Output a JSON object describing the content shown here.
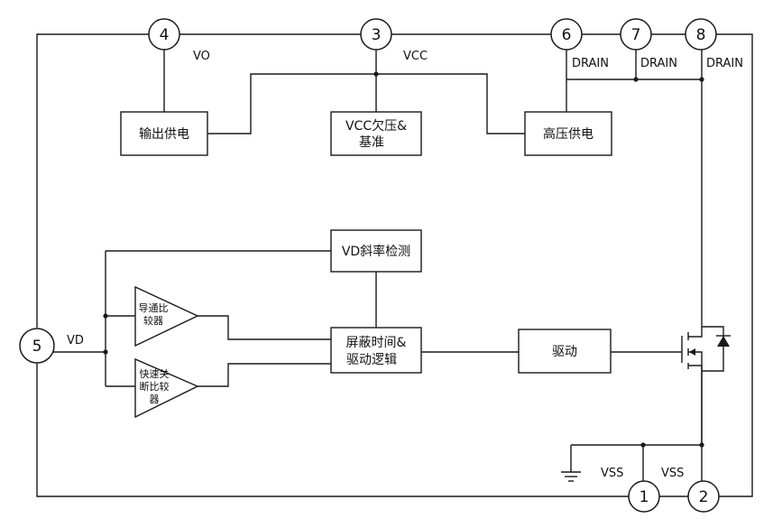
{
  "pins": {
    "p4": "4",
    "p3": "3",
    "p6": "6",
    "p7": "7",
    "p8": "8",
    "p5": "5",
    "p1": "1",
    "p2": "2"
  },
  "net_labels": {
    "vo": "VO",
    "vcc": "VCC",
    "drain6": "DRAIN",
    "drain7": "DRAIN",
    "drain8": "DRAIN",
    "vd": "VD",
    "vss1": "VSS",
    "vss2": "VSS"
  },
  "blocks": {
    "output_supply": "输出供电",
    "vcc_uvlo_line1": "VCC欠压&",
    "vcc_uvlo_line2": "基准",
    "hv_supply": "高压供电",
    "vd_slope": "VD斜率检测",
    "blanking_line1": "屏蔽时间&",
    "blanking_line2": "驱动逻辑",
    "driver": "驱动"
  },
  "comparators": {
    "turn_on_line1": "导通比",
    "turn_on_line2": "较器",
    "fast_off_line1": "快速关",
    "fast_off_line2": "断比较",
    "fast_off_line3": "器"
  }
}
